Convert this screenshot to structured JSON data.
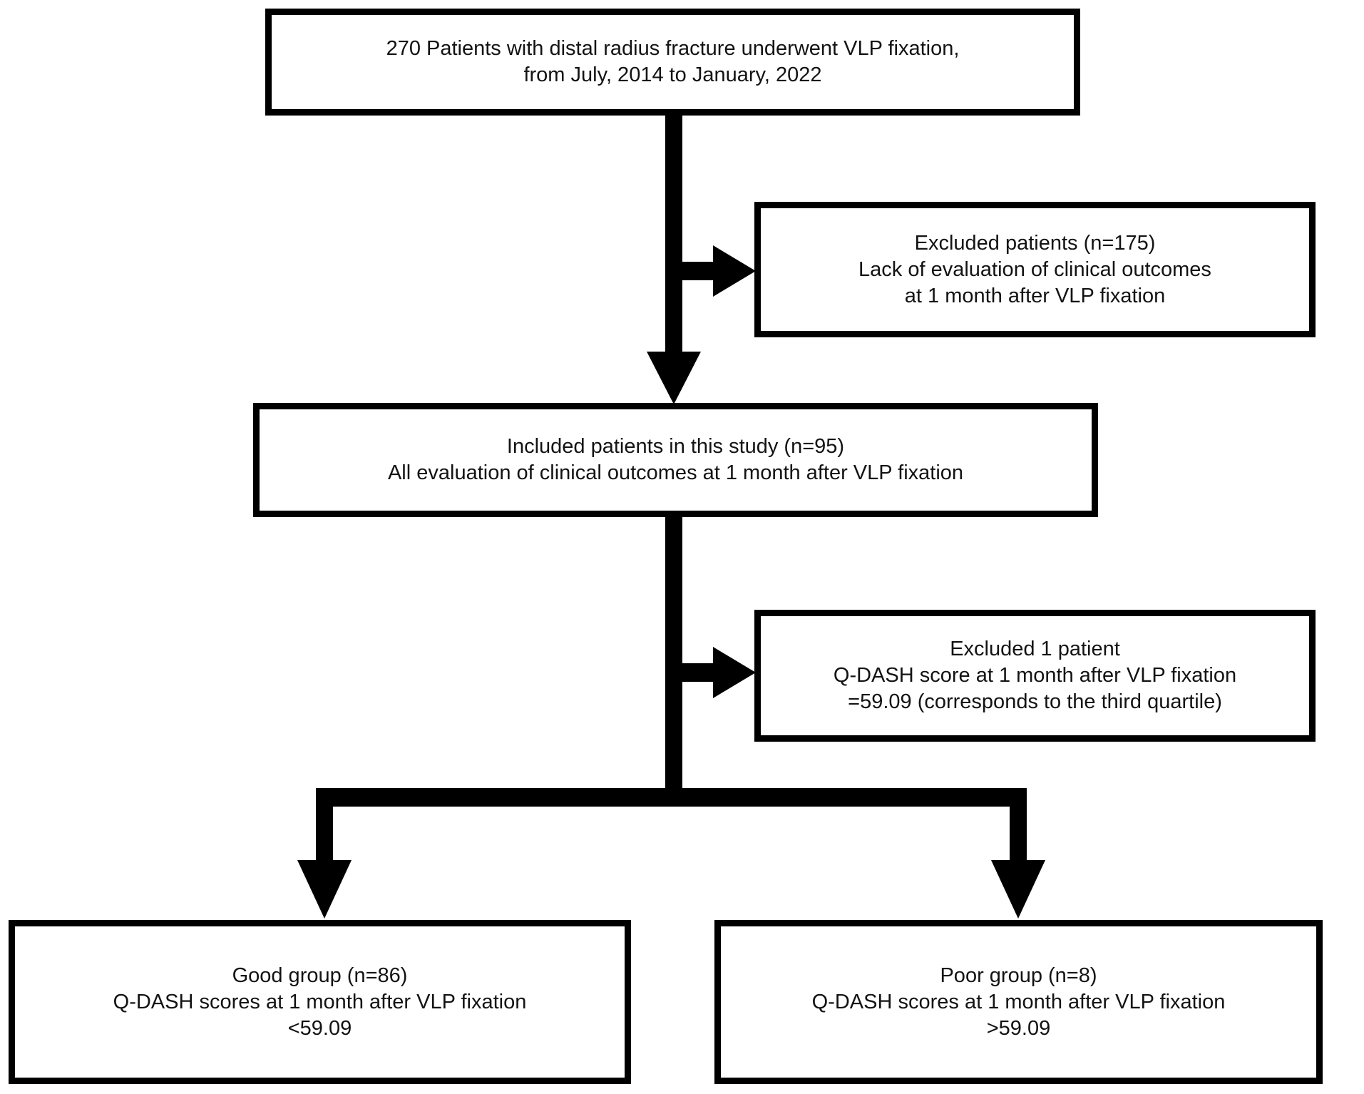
{
  "figure": {
    "background_color": "#ffffff",
    "line_color": "#000000",
    "text_color": "#131313"
  },
  "nodes": [
    {
      "id": "initial-cohort",
      "lines": [
        "270 Patients with distal radius fracture underwent VLP fixation,",
        "from July, 2014 to January, 2022"
      ]
    },
    {
      "id": "excluded-patients",
      "lines": [
        "Excluded patients (n=175)",
        "Lack of evaluation of clinical outcomes",
        "at 1 month  after VLP fixation"
      ]
    },
    {
      "id": "included-patients",
      "lines": [
        "Included patients in this study (n=95)",
        "All evaluation of clinical outcomes at 1 month after VLP fixation"
      ]
    },
    {
      "id": "excluded-one-patient",
      "lines": [
        "Excluded 1 patient",
        "Q-DASH score at 1 month after VLP fixation",
        "=59.09 (corresponds to the third quartile)"
      ]
    },
    {
      "id": "good-group",
      "lines": [
        "Good group (n=86)",
        "Q-DASH scores at 1 month after VLP fixation",
        "<59.09"
      ]
    },
    {
      "id": "poor-group",
      "lines": [
        "Poor group (n=8)",
        "Q-DASH scores at 1 month after VLP fixation",
        ">59.09"
      ]
    }
  ]
}
